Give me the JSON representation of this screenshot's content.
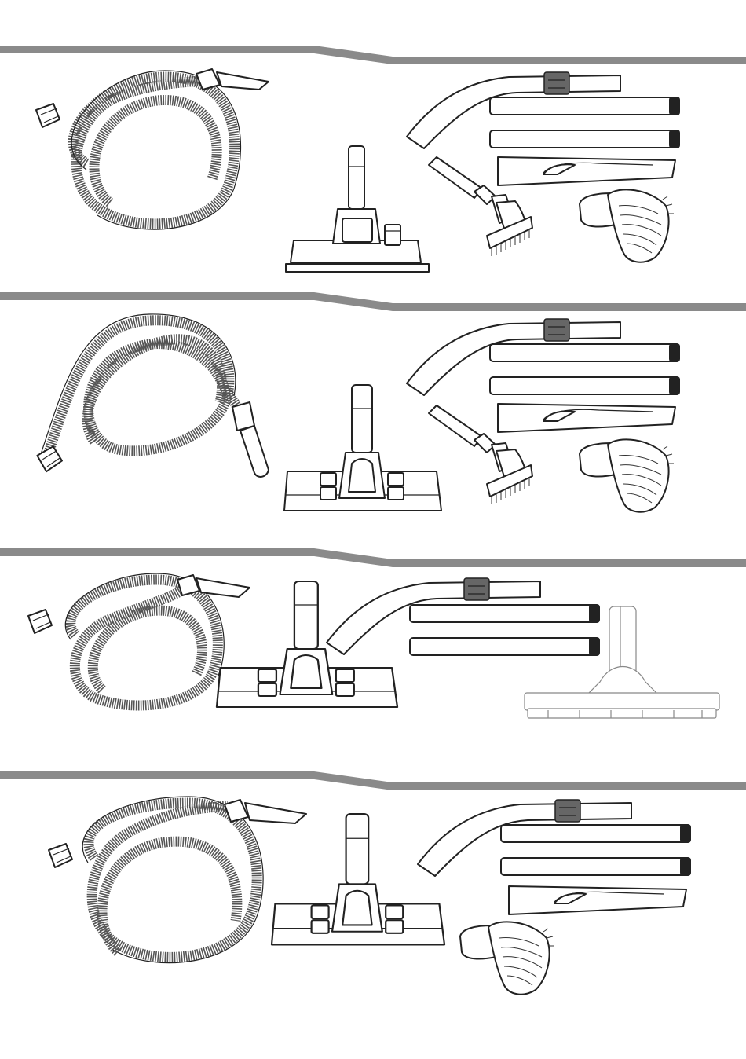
{
  "page": {
    "background": "#ffffff",
    "divider_color": "#8a8a8a",
    "line_color": "#222222"
  },
  "sections": [
    {
      "id": "kit-1",
      "items": [
        "hose",
        "bent-wand",
        "extension-tube",
        "extension-tube",
        "floor-nozzle-small",
        "crevice-tool",
        "scrubbing-brush",
        "round-dusting-brush"
      ]
    },
    {
      "id": "kit-2",
      "items": [
        "hose",
        "bent-wand",
        "extension-tube",
        "extension-tube",
        "floor-nozzle",
        "crevice-tool",
        "scrubbing-brush",
        "round-dusting-brush"
      ]
    },
    {
      "id": "kit-3",
      "items": [
        "hose",
        "floor-nozzle",
        "bent-wand",
        "extension-tube",
        "extension-tube",
        "squeegee-nozzle"
      ]
    },
    {
      "id": "kit-4",
      "items": [
        "hose",
        "floor-nozzle",
        "bent-wand",
        "extension-tube",
        "extension-tube",
        "crevice-tool",
        "round-dusting-brush"
      ]
    }
  ]
}
